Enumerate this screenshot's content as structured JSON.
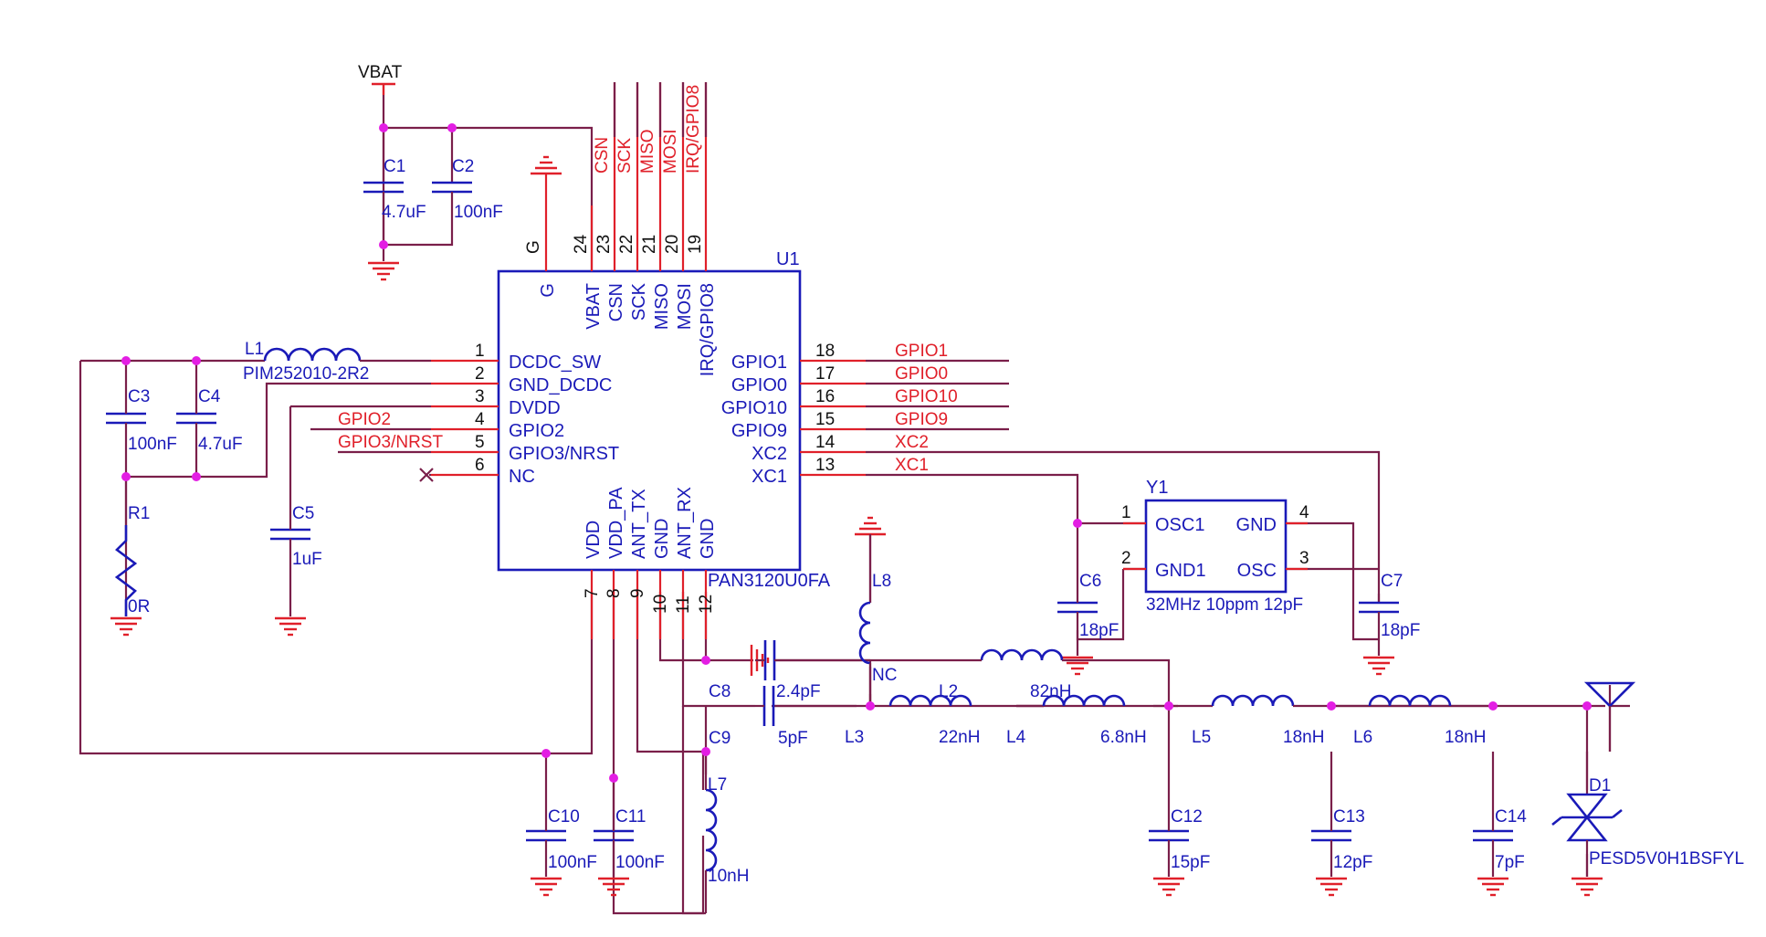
{
  "power": {
    "vbat": "VBAT"
  },
  "u1": {
    "ref": "U1",
    "part": "PAN3120U0FA",
    "left_pins": [
      {
        "num": "1",
        "name": "DCDC_SW"
      },
      {
        "num": "2",
        "name": "GND_DCDC"
      },
      {
        "num": "3",
        "name": "DVDD"
      },
      {
        "num": "4",
        "name": "GPIO2"
      },
      {
        "num": "5",
        "name": "GPIO3/NRST"
      },
      {
        "num": "6",
        "name": "NC"
      }
    ],
    "right_pins": [
      {
        "num": "18",
        "name": "GPIO1"
      },
      {
        "num": "17",
        "name": "GPIO0"
      },
      {
        "num": "16",
        "name": "GPIO10"
      },
      {
        "num": "15",
        "name": "GPIO9"
      },
      {
        "num": "14",
        "name": "XC2"
      },
      {
        "num": "13",
        "name": "XC1"
      }
    ],
    "top_pins": [
      {
        "num": "G",
        "name": "G"
      },
      {
        "num": "24",
        "name": "VBAT"
      },
      {
        "num": "23",
        "name": "CSN"
      },
      {
        "num": "22",
        "name": "SCK"
      },
      {
        "num": "21",
        "name": "MISO"
      },
      {
        "num": "20",
        "name": "MOSI"
      },
      {
        "num": "19",
        "name": "IRQ/GPIO8"
      }
    ],
    "bottom_pins": [
      {
        "num": "7",
        "name": "VDD"
      },
      {
        "num": "8",
        "name": "VDD_PA"
      },
      {
        "num": "9",
        "name": "ANT_TX"
      },
      {
        "num": "10",
        "name": "GND"
      },
      {
        "num": "11",
        "name": "ANT_RX"
      },
      {
        "num": "12",
        "name": "GND"
      }
    ]
  },
  "nets": {
    "top": [
      "CSN",
      "SCK",
      "MISO",
      "MOSI",
      "IRQ/GPIO8"
    ],
    "right": [
      "GPIO1",
      "GPIO0",
      "GPIO10",
      "GPIO9",
      "XC2",
      "XC1"
    ],
    "left": [
      "GPIO2",
      "GPIO3/NRST"
    ]
  },
  "components": {
    "C1": {
      "ref": "C1",
      "value": "4.7uF"
    },
    "C2": {
      "ref": "C2",
      "value": "100nF"
    },
    "C3": {
      "ref": "C3",
      "value": "100nF"
    },
    "C4": {
      "ref": "C4",
      "value": "4.7uF"
    },
    "C5": {
      "ref": "C5",
      "value": "1uF"
    },
    "R1": {
      "ref": "R1",
      "value": "0R"
    },
    "L1": {
      "ref": "L1",
      "value": "PIM252010-2R2"
    },
    "L8": {
      "ref": "L8",
      "value": "NC"
    },
    "C8": {
      "ref": "C8",
      "value": "2.4pF"
    },
    "C9": {
      "ref": "C9",
      "value": "5pF"
    },
    "L2": {
      "ref": "L2",
      "value": "82nH"
    },
    "L3": {
      "ref": "L3",
      "value": "22nH"
    },
    "L4": {
      "ref": "L4",
      "value": "6.8nH"
    },
    "L5": {
      "ref": "L5",
      "value": "18nH"
    },
    "L6": {
      "ref": "L6",
      "value": "18nH"
    },
    "L7": {
      "ref": "L7",
      "value": "10nH"
    },
    "C10": {
      "ref": "C10",
      "value": "100nF"
    },
    "C11": {
      "ref": "C11",
      "value": "100nF"
    },
    "C12": {
      "ref": "C12",
      "value": "15pF"
    },
    "C13": {
      "ref": "C13",
      "value": "12pF"
    },
    "C14": {
      "ref": "C14",
      "value": "7pF"
    },
    "C6": {
      "ref": "C6",
      "value": "18pF"
    },
    "C7": {
      "ref": "C7",
      "value": "18pF"
    },
    "D1": {
      "ref": "D1",
      "value": "PESD5V0H1BSFYL"
    }
  },
  "y1": {
    "ref": "Y1",
    "value": "32MHz 10ppm 12pF",
    "pins": [
      {
        "num": "1",
        "name": "OSC1"
      },
      {
        "num": "2",
        "name": "GND1"
      },
      {
        "num": "4",
        "name": "GND"
      },
      {
        "num": "3",
        "name": "OSC"
      }
    ]
  },
  "colors": {
    "wire": "#7a1f4a",
    "pin": "#e0202a",
    "body": "#1a1ab8",
    "junction": "#e31ee3"
  }
}
